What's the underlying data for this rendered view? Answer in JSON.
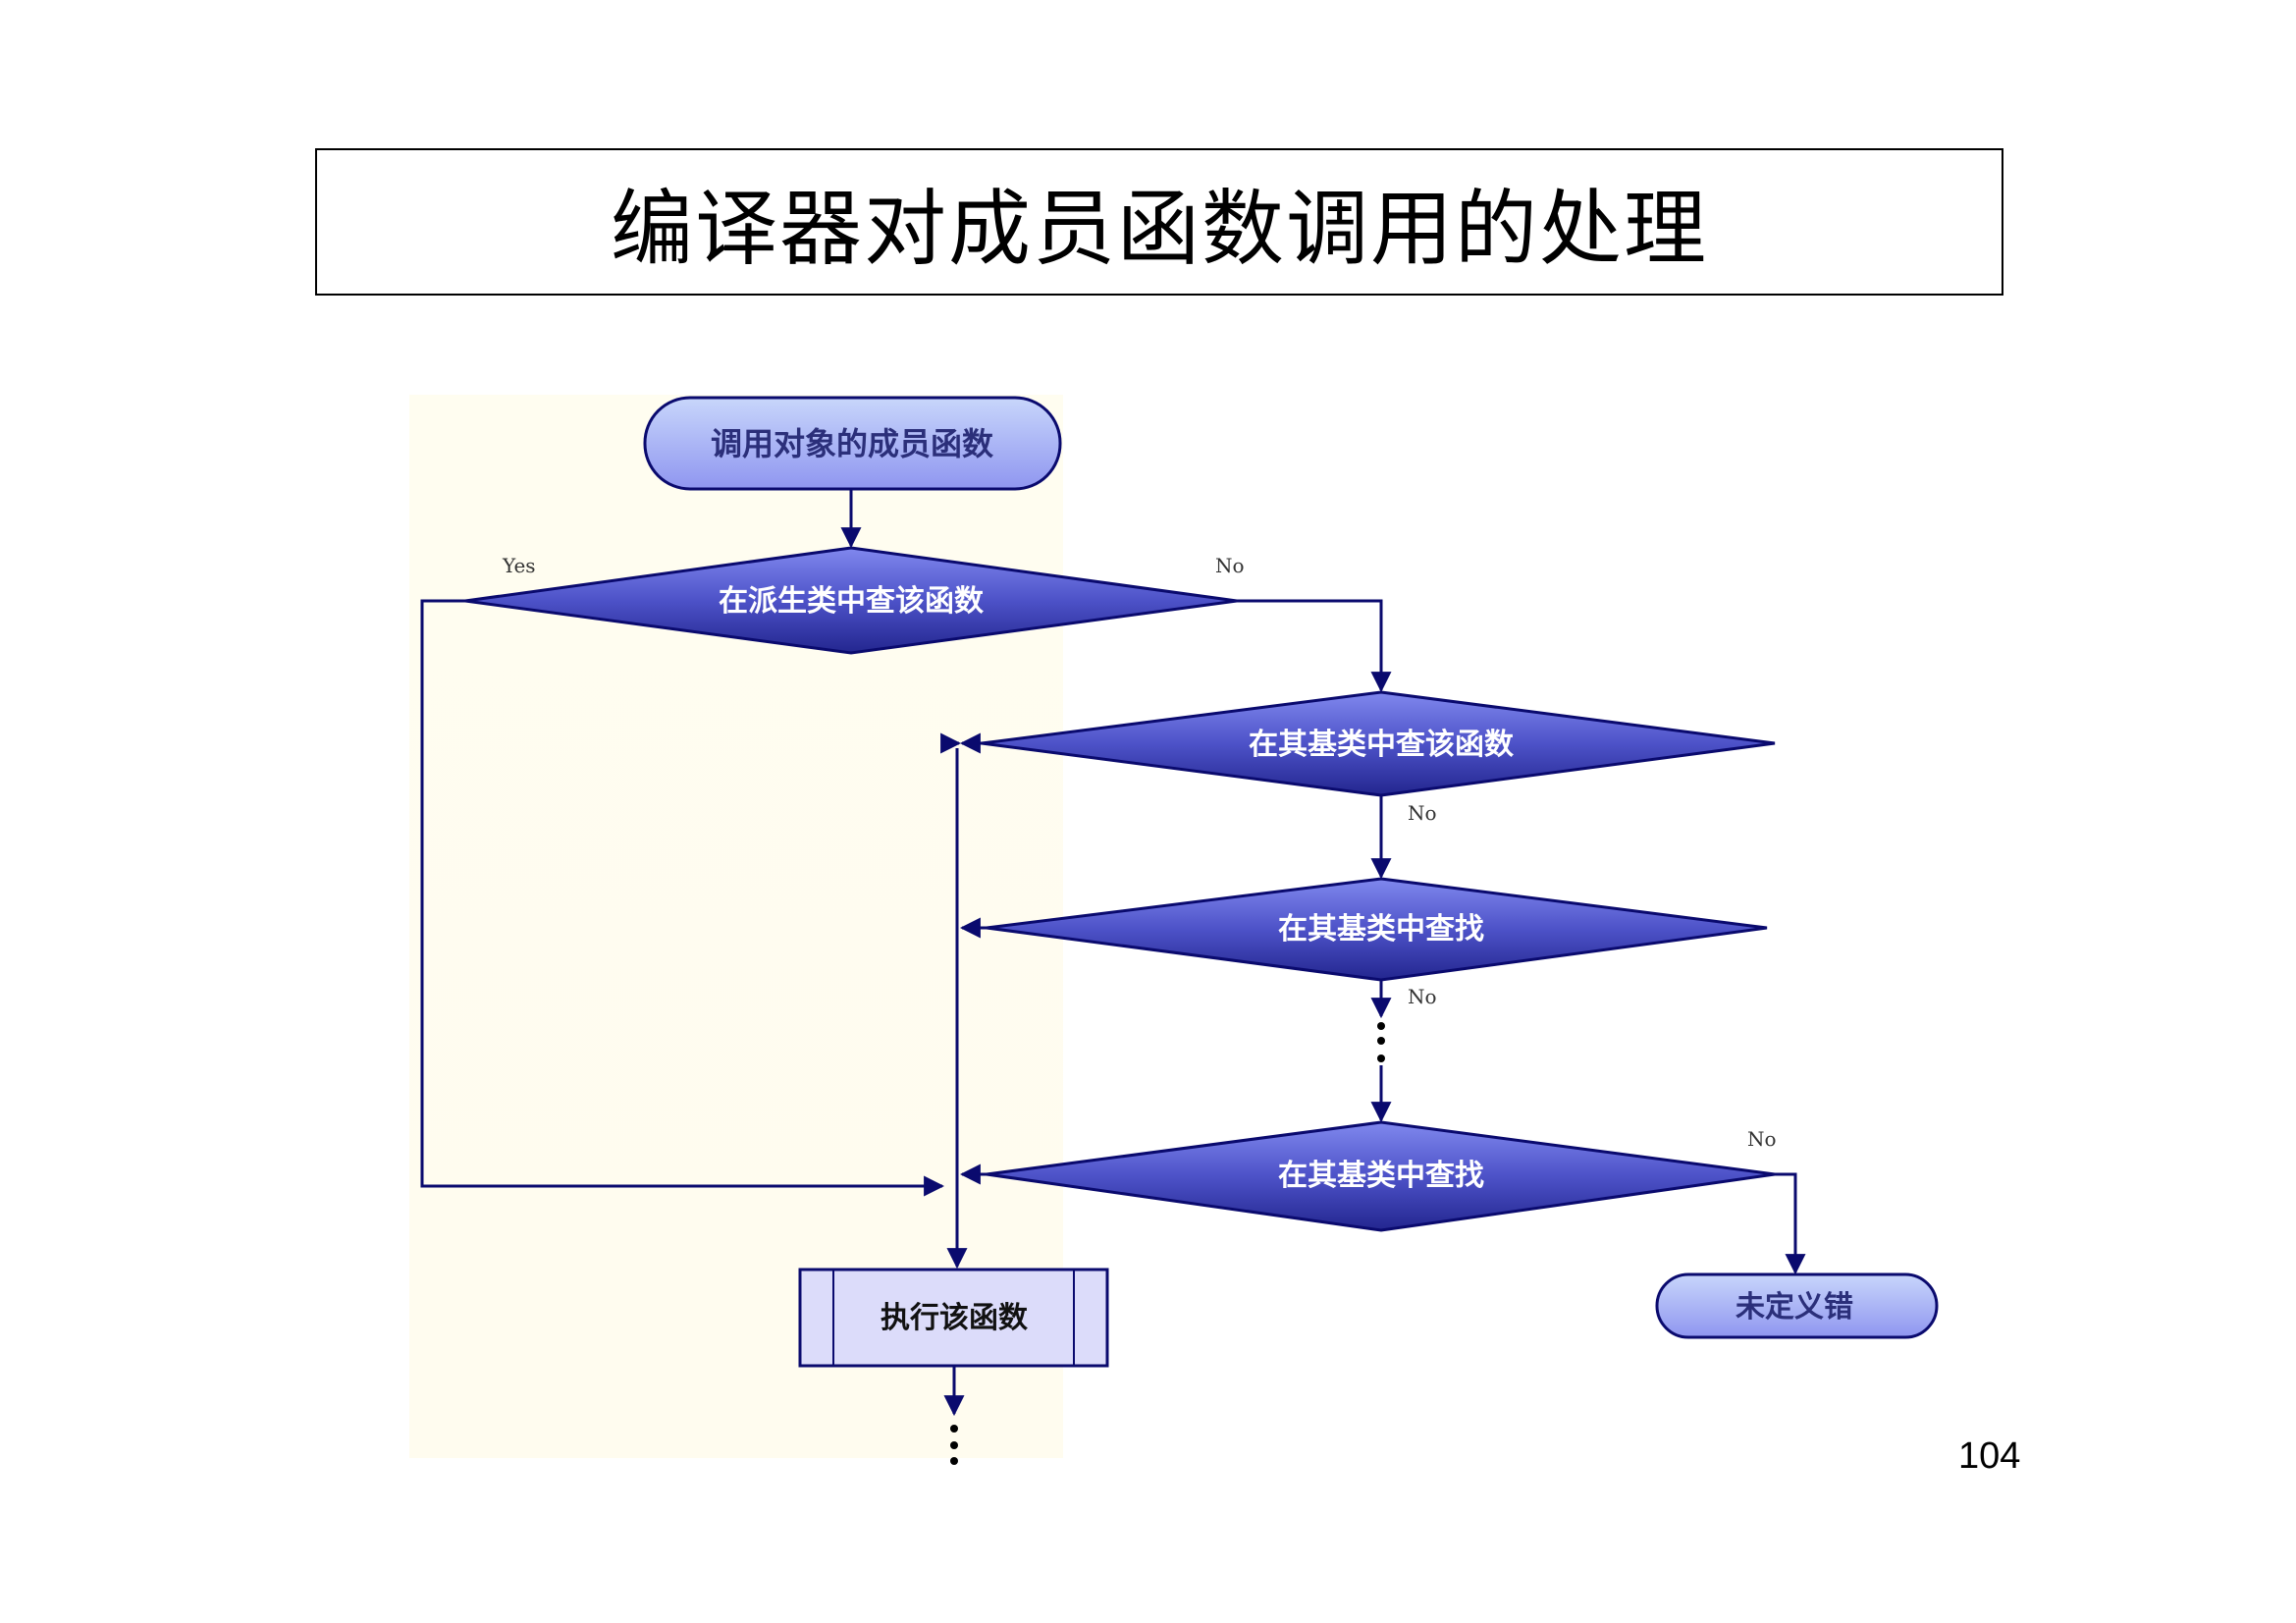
{
  "slide": {
    "title": "编译器对成员函数调用的处理",
    "page_number": "104"
  },
  "flowchart": {
    "nodes": {
      "start": "调用对象的成员函数",
      "decision_derived": "在派生类中查该函数",
      "decision_base_1": "在其基类中查该函数",
      "decision_base_2": "在其基类中查找",
      "decision_base_n": "在其基类中查找",
      "execute": "执行该函数",
      "error": "未定义错"
    },
    "edge_labels": {
      "derived_yes": "Yes",
      "derived_no": "No",
      "base_1_no": "No",
      "base_2_no": "No",
      "base_n_no": "No"
    },
    "colors": {
      "line": "#0a0a6e",
      "decision_fill_top": "#7a80e8",
      "decision_fill_bottom": "#2a2da0",
      "terminal_fill": "#a9b4f6",
      "process_fill": "#dcdcfa",
      "panel": "#fffcef"
    }
  }
}
